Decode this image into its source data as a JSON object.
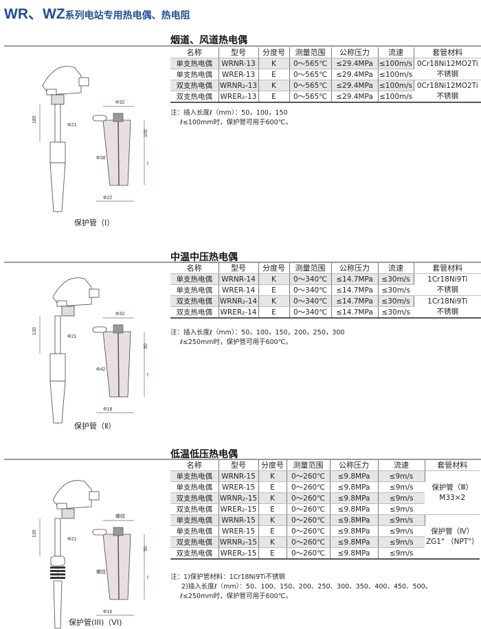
{
  "header": {
    "brand": "WR、WZ",
    "subtitle": "系列电站专用热电偶、热电阻"
  },
  "columns": [
    "名称",
    "型号",
    "分度号",
    "测量范围",
    "公称压力",
    "流速",
    "套管材料"
  ],
  "sections": [
    {
      "heading": "烟道、风道热电偶",
      "rows": [
        [
          "单支热电偶",
          "WRNR-13",
          "K",
          "0～565℃",
          "≤29.4MPa",
          "≤100m/s"
        ],
        [
          "单支热电偶",
          "WRER-13",
          "E",
          "0～565℃",
          "≤29.4MPa",
          "≤100m/s"
        ],
        [
          "双支热电偶",
          "WRNR₂-13",
          "K",
          "0～565℃",
          "≤29.4MPa",
          "≤100m/s"
        ],
        [
          "双支热电偶",
          "WRER₂-13",
          "E",
          "0～565℃",
          "≤29.4MPa",
          "≤100m/s"
        ]
      ],
      "materials": [
        {
          "lines": [
            "0Cr18Ni12MO2Ti",
            "不锈钢"
          ],
          "span": 2
        },
        {
          "lines": [
            "0Cr18Ni12MO2Ti",
            "不锈钢"
          ],
          "span": 2
        }
      ],
      "notes": [
        "注：插入长度ℓ（mm）：50，100，150",
        "ℓ≤100mm时，保护管可用于600℃。"
      ],
      "diagram": {
        "caption": "保护管（Ⅰ）",
        "labels": [
          "Φ32",
          "Φ21",
          "180",
          "100",
          "Φ38",
          "ℓ",
          "Φ22"
        ]
      }
    },
    {
      "heading": "中温中压热电偶",
      "rows": [
        [
          "单支热电偶",
          "WRNR-14",
          "K",
          "0～340℃",
          "≤14.7MPa",
          "≤30m/s"
        ],
        [
          "单支热电偶",
          "WRER-14",
          "E",
          "0～340℃",
          "≤14.7MPa",
          "≤30m/s"
        ],
        [
          "双支热电偶",
          "WRNR₂-14",
          "K",
          "0～340℃",
          "≤14.7MPa",
          "≤30m/s"
        ],
        [
          "双支热电偶",
          "WRER₂-14",
          "E",
          "0～340℃",
          "≤14.7MPa",
          "≤30m/s"
        ]
      ],
      "materials": [
        {
          "lines": [
            "1Cr18Ni9Ti",
            "不锈钢"
          ],
          "span": 2
        },
        {
          "lines": [
            "1Cr18Ni9Ti",
            "不锈钢"
          ],
          "span": 2
        }
      ],
      "notes": [
        "注：插入长度ℓ（mm）：50，100，150，200，250，300",
        "ℓ≤250mm时，保护管可用于600℃。"
      ],
      "diagram": {
        "caption": "保护管（Ⅱ）",
        "labels": [
          "Φ32",
          "Φ21",
          "130",
          "50",
          "Φ42",
          "ℓ",
          "Φ18"
        ]
      }
    },
    {
      "heading": "低温低压热电偶",
      "rows": [
        [
          "单支热电偶",
          "WRNR-15",
          "K",
          "0～260℃",
          "≤9.8MPa",
          "≤9m/s"
        ],
        [
          "单支热电偶",
          "WRER-15",
          "E",
          "0～260℃",
          "≤9.8MPa",
          "≤9m/s"
        ],
        [
          "双支热电偶",
          "WRNR₂-15",
          "K",
          "0～260℃",
          "≤9.8MPa",
          "≤9m/s"
        ],
        [
          "双支热电偶",
          "WRER₂-15",
          "E",
          "0～260℃",
          "≤9.8MPa",
          "≤9m/s"
        ],
        [
          "单支热电偶",
          "WRNR-15",
          "K",
          "0～260℃",
          "≤9.8MPa",
          "≤9m/s"
        ],
        [
          "单支热电偶",
          "WRER-15",
          "E",
          "0～260℃",
          "≤9.8MPa",
          "≤9m/s"
        ],
        [
          "双支热电偶",
          "WRNR₂-15",
          "K",
          "0～260℃",
          "≤9.8MPa",
          "≤9m/s"
        ],
        [
          "双支热电偶",
          "WRER₂-15",
          "E",
          "0～260℃",
          "≤9.8MPa",
          "≤9m/s"
        ]
      ],
      "materials": [
        {
          "lines": [
            "保护管（Ⅲ）",
            "M33×2"
          ],
          "span": 4
        },
        {
          "lines": [
            "保护管（Ⅳ）",
            "ZG1\" （NPT\"）"
          ],
          "span": 4
        }
      ],
      "notes": [
        "注：1)保护管材料：1Cr18Ni9Ti不锈钢",
        "2)插入长度ℓ（mm）：50、100、150、200、250、300、350、400、450、500。",
        "ℓ≤250mm时，保护管可用于600℃。"
      ],
      "diagram": {
        "caption": "保护管(III)（VI)",
        "labels": [
          "螺纹",
          "Φ21",
          "130",
          "50",
          "螺纹",
          "ℓ",
          "Φ16"
        ]
      }
    }
  ]
}
